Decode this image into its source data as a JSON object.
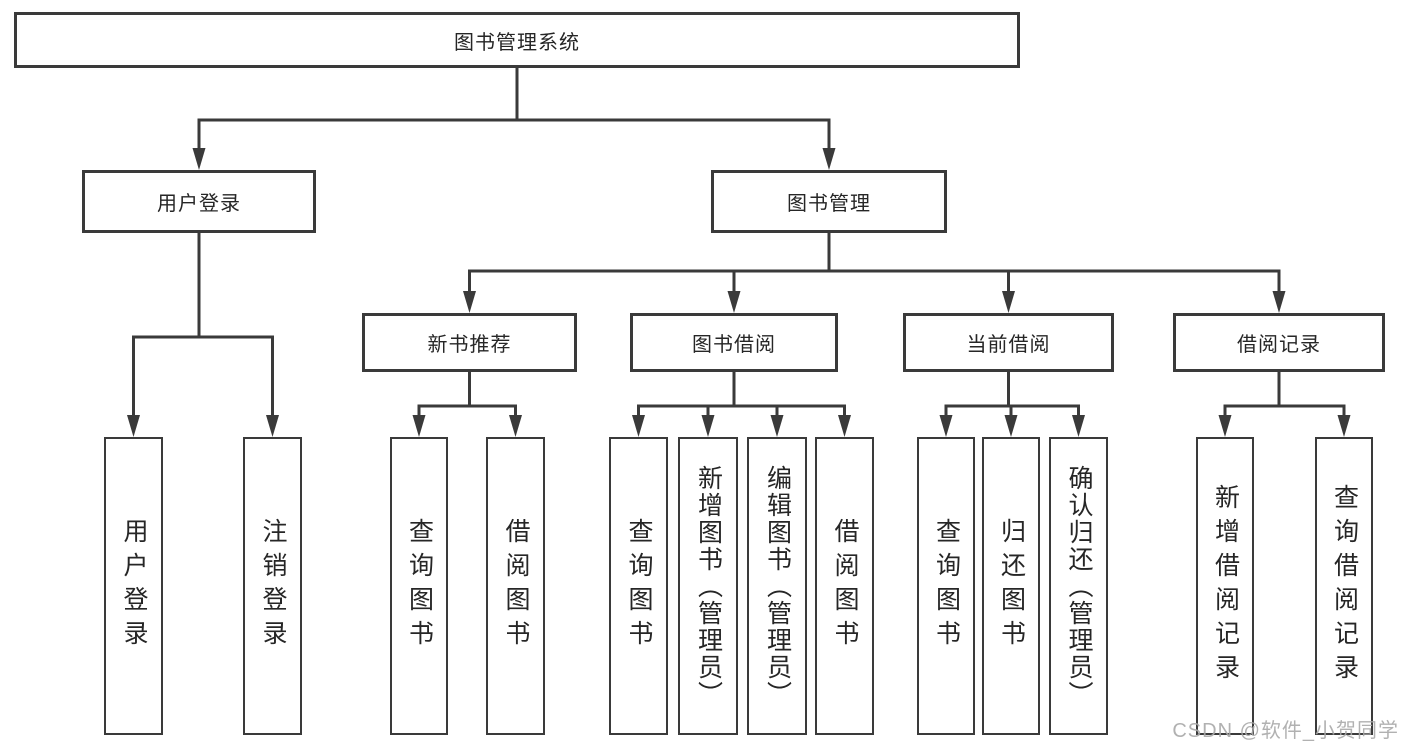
{
  "diagram": {
    "title": "图书管理系统",
    "watermark": "CSDN @软件_小贺同学",
    "colors": {
      "line": "#3a3a3a",
      "border": "#3a3a3a",
      "text": "#262626",
      "background": "#ffffff",
      "watermark": "#a8a8a8"
    }
  },
  "nodes": {
    "root": {
      "label": "图书管理系统"
    },
    "user_login": {
      "label": "用户登录"
    },
    "book_mgmt": {
      "label": "图书管理"
    },
    "new_book_rec": {
      "label": "新书推荐"
    },
    "book_borrow": {
      "label": "图书借阅"
    },
    "current_borrow": {
      "label": "当前借阅"
    },
    "borrow_record": {
      "label": "借阅记录"
    },
    "leaf_user_login": {
      "label": "用户登录"
    },
    "leaf_logout": {
      "label": "注销登录"
    },
    "leaf_query_book_rec": {
      "label": "查询图书"
    },
    "leaf_borrow_book_rec": {
      "label": "借阅图书"
    },
    "leaf_query_book_borrow": {
      "label": "查询图书"
    },
    "leaf_add_book": {
      "label": "新增图书（管理员）"
    },
    "leaf_edit_book": {
      "label": "编辑图书（管理员）"
    },
    "leaf_borrow_book": {
      "label": "借阅图书"
    },
    "leaf_query_book_current": {
      "label": "查询图书"
    },
    "leaf_return_book": {
      "label": "归还图书"
    },
    "leaf_confirm_return": {
      "label": "确认归还（管理员）"
    },
    "leaf_add_record": {
      "label": "新增借阅记录"
    },
    "leaf_query_record": {
      "label": "查询借阅记录"
    }
  },
  "hierarchy": {
    "root": "图书管理系统",
    "children": [
      {
        "label": "用户登录",
        "children": [
          "用户登录",
          "注销登录"
        ]
      },
      {
        "label": "图书管理",
        "children": [
          {
            "label": "新书推荐",
            "children": [
              "查询图书",
              "借阅图书"
            ]
          },
          {
            "label": "图书借阅",
            "children": [
              "查询图书",
              "新增图书（管理员）",
              "编辑图书（管理员）",
              "借阅图书"
            ]
          },
          {
            "label": "当前借阅",
            "children": [
              "查询图书",
              "归还图书",
              "确认归还（管理员）"
            ]
          },
          {
            "label": "借阅记录",
            "children": [
              "新增借阅记录",
              "查询借阅记录"
            ]
          }
        ]
      }
    ]
  }
}
